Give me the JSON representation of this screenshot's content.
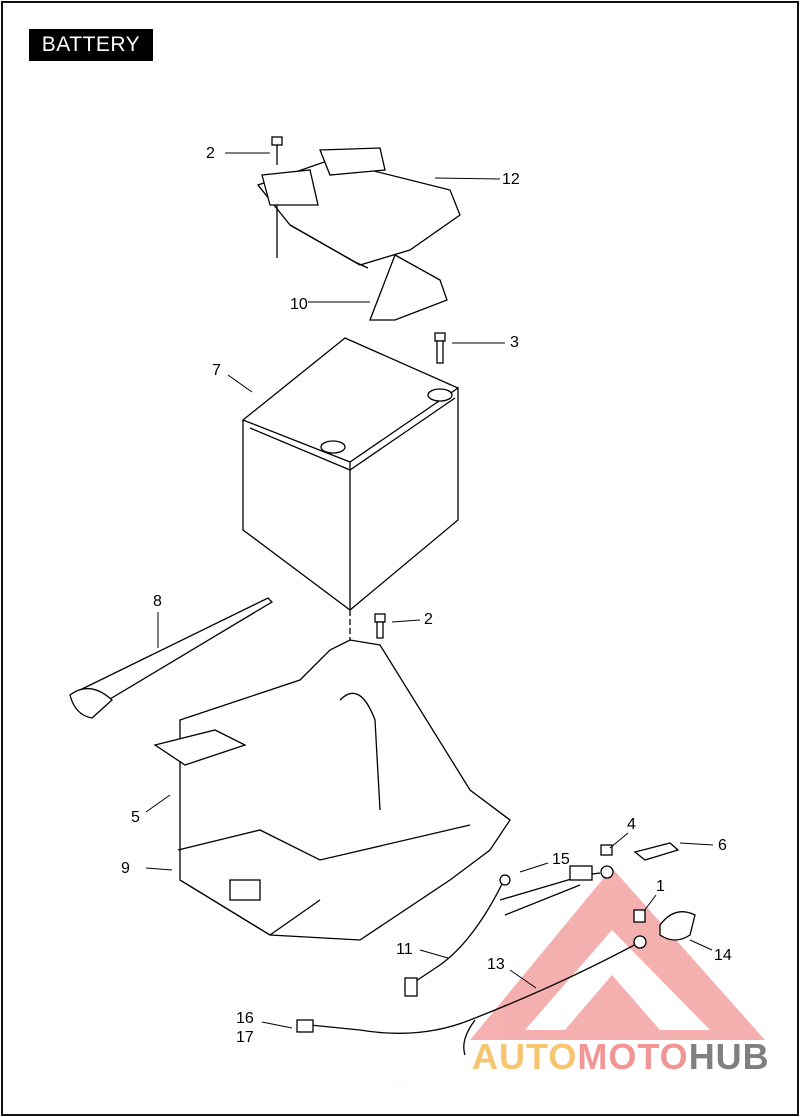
{
  "title": "BATTERY",
  "callouts": [
    "1",
    "2",
    "2",
    "3",
    "4",
    "5",
    "6",
    "7",
    "8",
    "9",
    "10",
    "11",
    "12",
    "13",
    "14",
    "15",
    "16",
    "17"
  ],
  "watermark": {
    "part1": "AUTO",
    "part2": "MOTO",
    "part3": "HUB"
  },
  "footer_text": "· · ·  · ·  · · ·  · · · · ·",
  "colors": {
    "ink": "#000000",
    "watermark_red": "#f19595",
    "watermark_orange": "#f7c46f",
    "watermark_gray": "#7f7f7f"
  }
}
